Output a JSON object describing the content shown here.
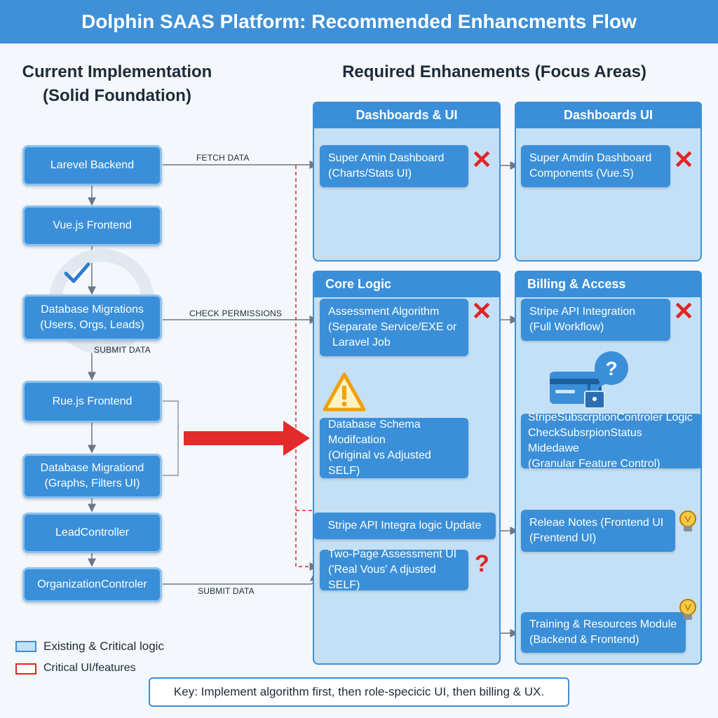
{
  "title": "Dolphin SAAS Platform: Recommended Enhancments Flow",
  "left_heading": [
    "Current Implementation",
    "(Solid Foundation)"
  ],
  "right_heading": "Required Enhanements (Focus Areas)",
  "current_nodes": [
    {
      "line1": "Larevel Backend",
      "line2": ""
    },
    {
      "line1": "Vue.js Frontend",
      "line2": ""
    },
    {
      "line1": "Database Migrations",
      "line2": "(Users, Orgs, Leads)"
    },
    {
      "line1": "Rue.js Frontend",
      "line2": ""
    },
    {
      "line1": "Database Migrationd",
      "line2": "(Graphs, Filters UI)"
    },
    {
      "line1": "LeadController",
      "line2": ""
    },
    {
      "line1": "OrganizationControler",
      "line2": ""
    }
  ],
  "connectors": {
    "fetch": "FETCH DATA",
    "check": "CHECK PERMISSIONS",
    "submit_vertical": "SUBMIT DATA",
    "submit_bottom": "SUBMIT DATA"
  },
  "panels": {
    "dash_ui_1": {
      "title": "Dashboards & UI",
      "card": {
        "line1": "Super Amin Dashboard",
        "line2": "(Charts/Stats UI)"
      }
    },
    "dash_ui_2": {
      "title": "Dashboards UI",
      "card": {
        "line1": "Super Amdin Dashboard",
        "line2": "Components (Vue.S)"
      }
    },
    "core_logic": {
      "title": "Core Logic",
      "card_algo": {
        "line1": "Assessment Algorithm",
        "line2": "(Separate Service/EXE or",
        "line3": "Laravel Job"
      },
      "card_schema": {
        "line1": "Database Schema",
        "line2": "Modifcation",
        "line3": "(Original vs Adjusted SELF)"
      },
      "card_stripe": "Stripe API Integra logic Update",
      "card_two_page": {
        "line1": "Two-Page Assessment UI",
        "line2": "('Real Vous' A djusted SELF)"
      }
    },
    "billing": {
      "title": "Billing & Access",
      "card_stripe": {
        "line1": "Stripe API Integration",
        "line2": "(Full Workflow)"
      },
      "card_sub": {
        "line1": "StripeSubscrptionControler Logic",
        "line2": "CheckSubsrpionStatus Midedawe",
        "line3": "(Granular Feature Control)"
      },
      "card_release": {
        "line1": "Releae Notes (Frontend UI",
        "line2": "(Frentend UI)"
      },
      "card_training": {
        "line1": "Training & Resources Module",
        "line2": "(Backend & Frontend)"
      }
    }
  },
  "marks": {
    "x": "✕",
    "q": "?"
  },
  "legend": {
    "existing": "Existing & Critical logic",
    "critical_ui": "Critical UI/features"
  },
  "key": "Key: Implement algorithm first, then role-specicic UI, then billing & UX.",
  "colors": {
    "primary": "#3a8fd8",
    "panel_bg": "#c4e0f6",
    "danger": "#e02424",
    "warning": "#f2a007"
  },
  "icons": [
    "check-icon",
    "warning-icon",
    "credit-card-lock-icon",
    "question-bubble-icon",
    "lightbulb-icon"
  ]
}
